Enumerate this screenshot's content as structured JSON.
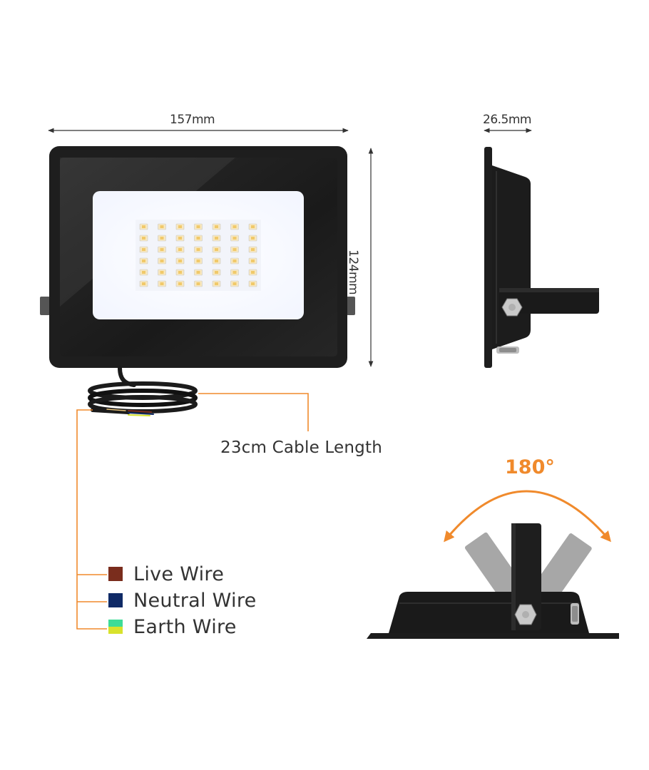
{
  "dimensions": {
    "width": "157mm",
    "height": "124mm",
    "depth": "26.5mm"
  },
  "cable": {
    "label": "23cm Cable Length"
  },
  "rotation": {
    "label": "180°"
  },
  "wires": [
    {
      "name": "Live Wire",
      "color": "#7a2d1d"
    },
    {
      "name": "Neutral Wire",
      "color": "#0f2a66"
    },
    {
      "name": "Earth Wire",
      "color_top": "#3ddc97",
      "color_bottom": "#d8e22c"
    }
  ],
  "colors": {
    "accent": "#f08a2c",
    "housing": "#1e1e1e",
    "dimension_line": "#333333"
  }
}
